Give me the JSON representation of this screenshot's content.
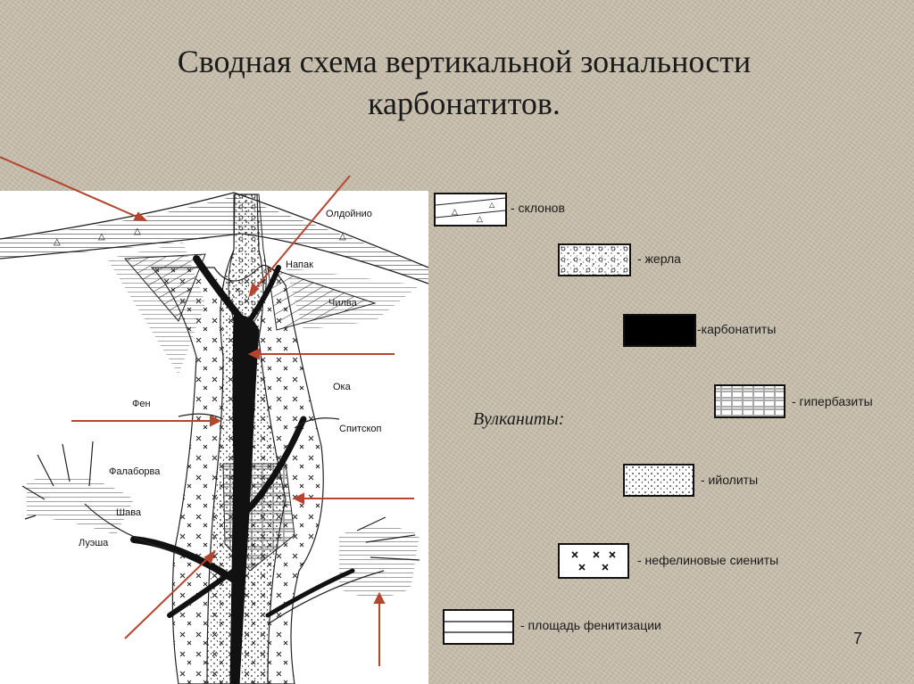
{
  "title_line1": "Сводная схема вертикальной зональности",
  "title_line2": "карбонатитов.",
  "locations": {
    "oldoinyo": "Олдойнио",
    "napak": "Напак",
    "chilva": "Чилва",
    "oka": "Ока",
    "fen": "Фен",
    "spitskop": "Спитскоп",
    "falaborva": "Фалаборва",
    "shava": "Шава",
    "luesha": "Луэша"
  },
  "legend": {
    "slopes": "- склонов",
    "vents": "- жерла",
    "carbonatites": "-карбонатиты",
    "volcanics_group": "Вулканиты:",
    "hyperbasites": "- гипербазиты",
    "ijolites": "- ийолиты",
    "nepheline_syenites": "- нефелиновые сиениты",
    "fenitization": "- площадь фенитизации"
  },
  "page_number": "7",
  "colors": {
    "background": "#c9c0ae",
    "arrow": "#b5452f",
    "ink": "#111111"
  }
}
